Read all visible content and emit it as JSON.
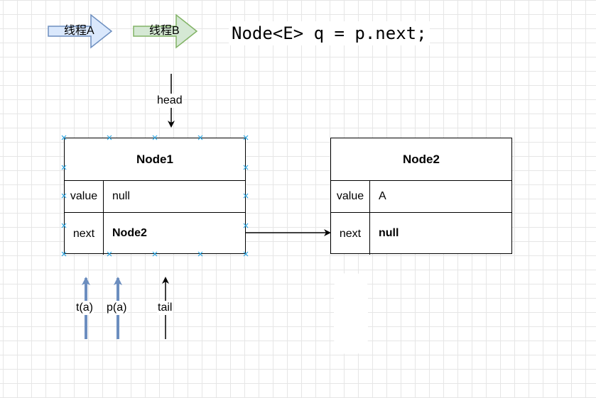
{
  "legend": {
    "thread_a_label": "线程A",
    "thread_b_label": "线程B",
    "thread_a_color": "#dae8fc",
    "thread_a_stroke": "#6c8ebf",
    "thread_b_color": "#d5e8d4",
    "thread_b_stroke": "#82b366"
  },
  "code_line": "Node<E> q = p.next;",
  "nodes": [
    {
      "title": "Node1",
      "value_key": "value",
      "value": "null",
      "next_key": "next",
      "next": "Node2"
    },
    {
      "title": "Node2",
      "value_key": "value",
      "value": "A",
      "next_key": "next",
      "next": "null"
    }
  ],
  "pointers": {
    "head": "head",
    "tail": "tail",
    "t_a": "t(a)",
    "p_a": "p(a)",
    "pointer_color": "#6c8ebf"
  }
}
